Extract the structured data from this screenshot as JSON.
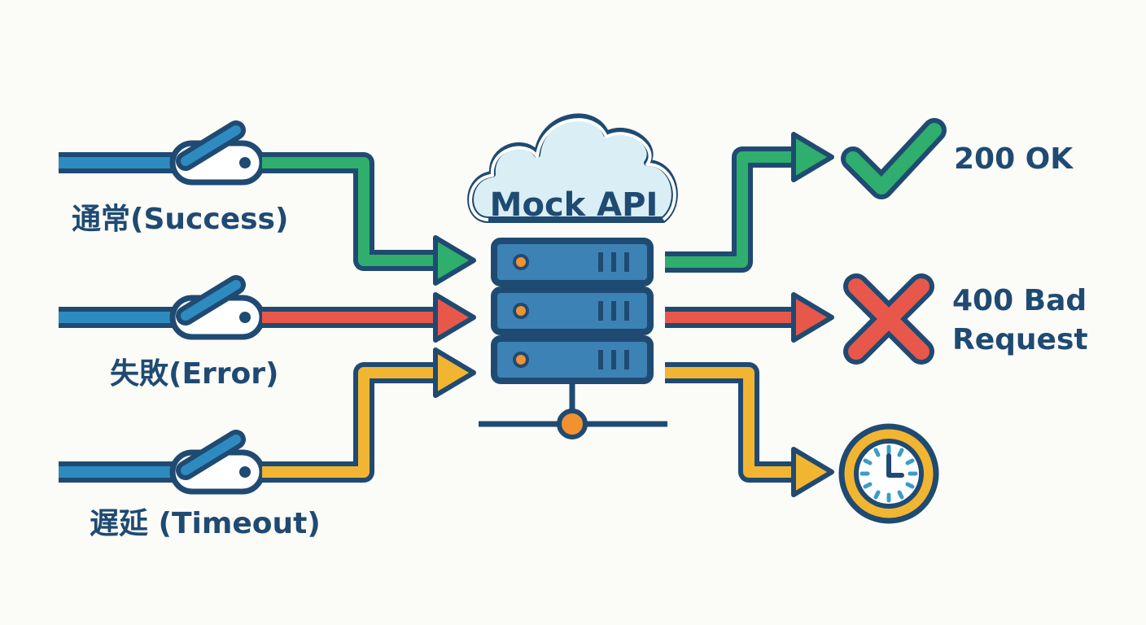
{
  "colors": {
    "navy": "#1f4a72",
    "switch_blue": "#2e8bbf",
    "success": "#2fae6e",
    "error": "#e8584a",
    "timeout": "#f2b532",
    "server_fill": "#3d82b5",
    "cloud_fill": "#d9eef5",
    "led_orange": "#f2922e"
  },
  "inputs": [
    {
      "label": "通常(Success)",
      "kind": "success",
      "icon": "toggle-switch-icon"
    },
    {
      "label": "失敗(Error)",
      "kind": "error",
      "icon": "toggle-switch-icon"
    },
    {
      "label": "遅延 (Timeout)",
      "kind": "timeout",
      "icon": "toggle-switch-icon"
    }
  ],
  "server": {
    "title": "Mock API",
    "icon": "server-rack-icon",
    "cloud_icon": "cloud-icon"
  },
  "outputs": [
    {
      "icon": "checkmark-icon",
      "label": "200 OK"
    },
    {
      "icon": "cross-icon",
      "label_line1": "400 Bad",
      "label_line2": "Request"
    },
    {
      "icon": "clock-icon",
      "label": ""
    }
  ]
}
